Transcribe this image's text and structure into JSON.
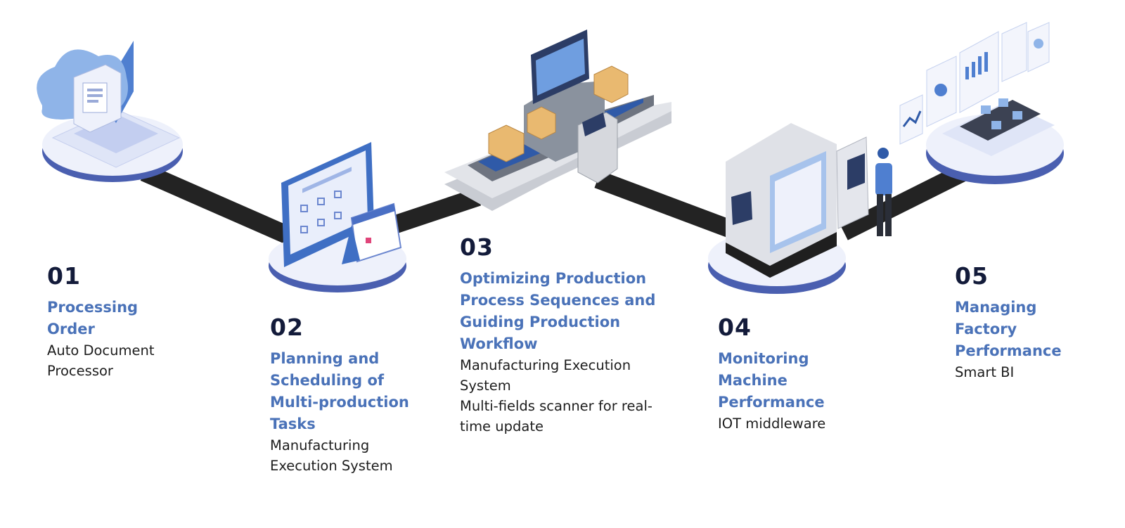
{
  "steps": [
    {
      "number": "01",
      "title": "Processing Order",
      "description": [
        "Auto Document Processor"
      ]
    },
    {
      "number": "02",
      "title": "Planning and Scheduling of Multi-production Tasks",
      "description": [
        "Manufacturing Execution System"
      ]
    },
    {
      "number": "03",
      "title": "Optimizing Production Process Sequences and Guiding Production Workflow",
      "description": [
        "Manufacturing Execution System",
        "Multi-fields scanner for real-time update"
      ]
    },
    {
      "number": "04",
      "title": "Monitoring Machine Performance",
      "description": [
        "IOT middleware"
      ]
    },
    {
      "number": "05",
      "title": "Managing Factory Performance",
      "description": [
        "Smart BI"
      ]
    }
  ],
  "colors": {
    "heading": "#131b3a",
    "title": "#4a72b8",
    "text": "#1d1d1d",
    "connector": "#222222",
    "platform": "#eef1fb",
    "platform_edge": "#4a5fb0"
  }
}
